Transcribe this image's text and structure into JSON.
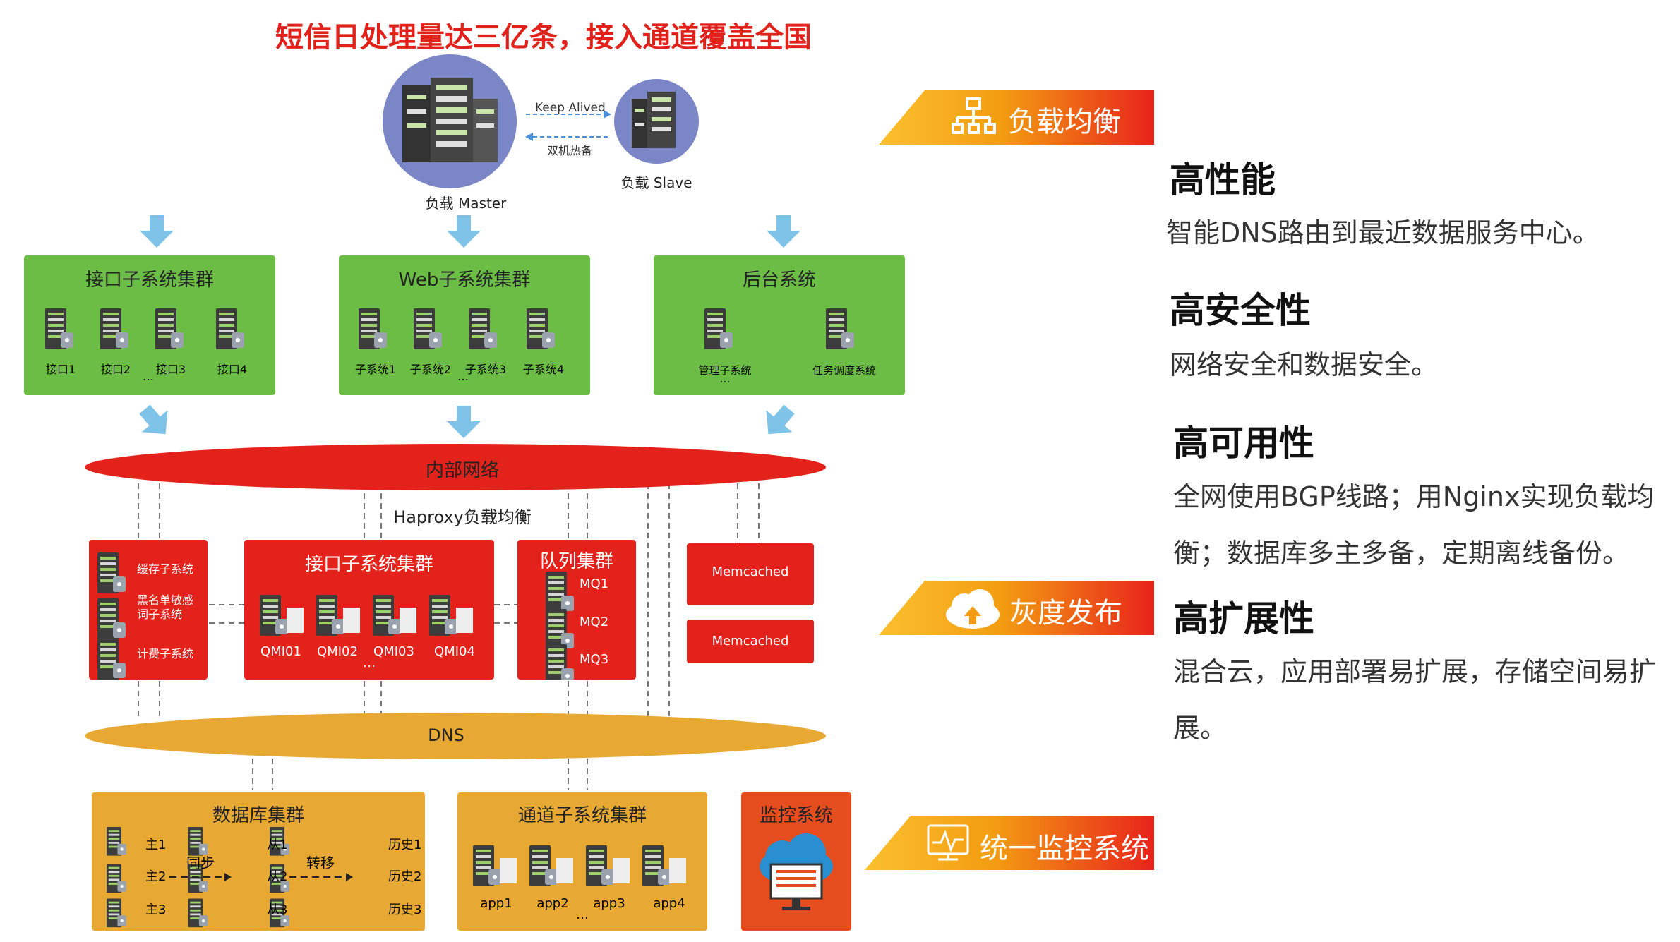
{
  "title": "短信日处理量达三亿条，接入通道覆盖全国",
  "top": {
    "keep_alived": "Keep Alived",
    "hot_standby": "双机热备",
    "master_label": "负载  Master",
    "slave_label": "负载  Slave"
  },
  "tier1": [
    {
      "title": "接口子系统集群",
      "items": [
        "接口1",
        "接口2",
        "接口3",
        "接口4"
      ],
      "more": "…"
    },
    {
      "title": "Web子系统集群",
      "items": [
        "子系统1",
        "子系统2",
        "子系统3",
        "子系统4"
      ],
      "more": "…"
    },
    {
      "title": "后台系统",
      "items": [
        "管理子系统",
        "任务调度系统"
      ],
      "more": "…"
    }
  ],
  "network": {
    "internal": "内部网络",
    "haproxy": "Haproxy负载均衡",
    "dns": "DNS"
  },
  "tier2": {
    "left": [
      "缓存子系统",
      "黑名单敏感\n词子系统",
      "计费子系统"
    ],
    "center": {
      "title": "接口子系统集群",
      "items": [
        "QMI01",
        "QMI02",
        "QMI03",
        "QMI04"
      ],
      "more": "…"
    },
    "queue": {
      "title": "队列集群",
      "items": [
        "MQ1",
        "MQ2",
        "MQ3"
      ]
    },
    "memcached": [
      "Memcached",
      "Memcached"
    ]
  },
  "tier3": {
    "db": {
      "title": "数据库集群",
      "masters": [
        "主1",
        "主2",
        "主3"
      ],
      "slaves": [
        "从1",
        "从2",
        "从3"
      ],
      "history": [
        "历史1",
        "历史2",
        "历史3"
      ],
      "sync": "同步",
      "transfer": "转移"
    },
    "channel": {
      "title": "通道子系统集群",
      "items": [
        "app1",
        "app2",
        "app3",
        "app4"
      ],
      "more": "…"
    },
    "monitor": {
      "title": "监控系统"
    }
  },
  "banners": [
    "负载均衡",
    "灰度发布",
    "统一监控系统"
  ],
  "features": [
    {
      "heading": "高性能",
      "text": "智能DNS路由到最近数据服务中心。"
    },
    {
      "heading": "高安全性",
      "text": "网络安全和数据安全。"
    },
    {
      "heading": "高可用性",
      "text": "全网使用BGP线路；用Nginx实现负载均衡；数据库多主多备，定期离线备份。"
    },
    {
      "heading": "高扩展性",
      "text": "混合云，应用部署易扩展，存储空间易扩展。"
    }
  ],
  "colors": {
    "accent_red": "#e0221b",
    "green": "#6cbd45",
    "red": "#e3221c",
    "gold": "#e8a934",
    "arrow_blue": "#7fc4e8",
    "banner_orange": "#f08a12"
  }
}
